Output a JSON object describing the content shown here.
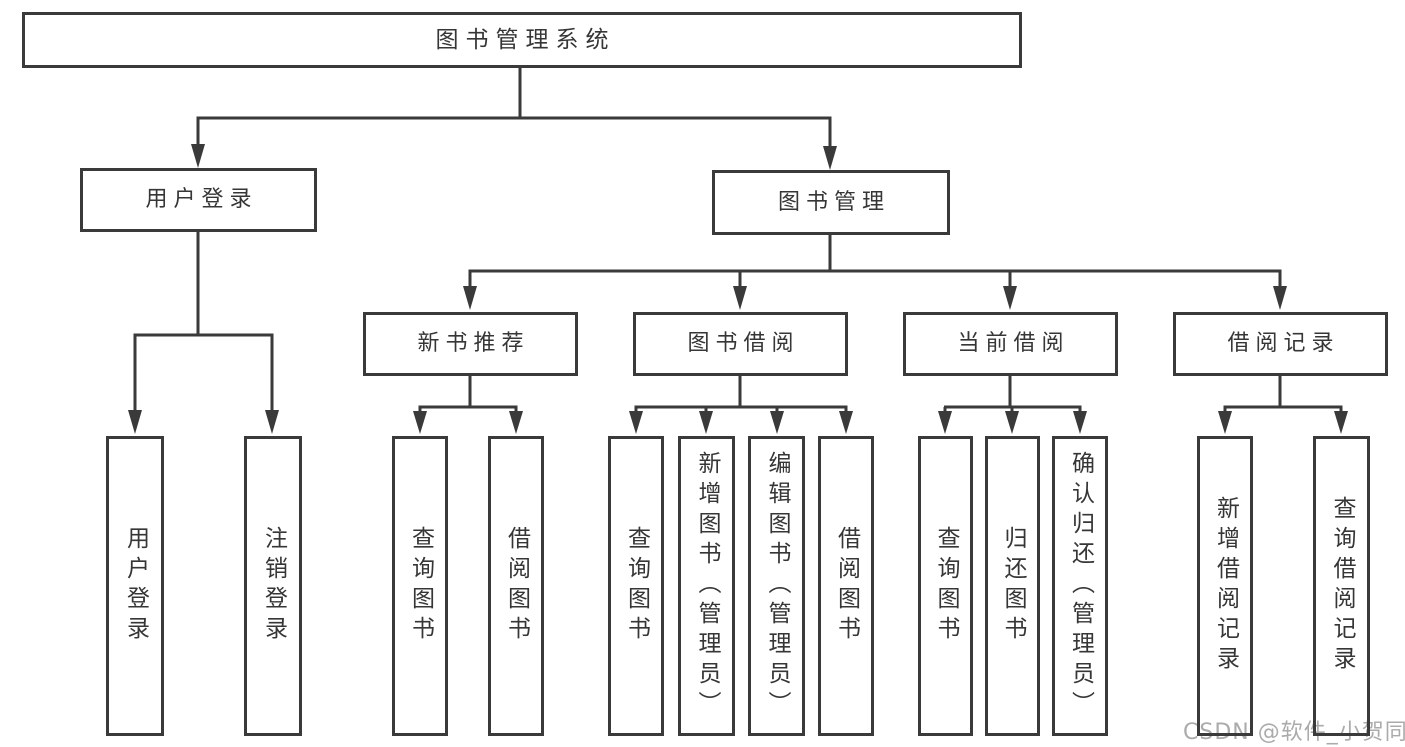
{
  "diagram": {
    "title": "图书管理系统",
    "level2": {
      "user_login": "用户登录",
      "book_management": "图书管理"
    },
    "level3": {
      "new_book_recommend": "新书推荐",
      "book_borrowing": "图书借阅",
      "current_borrowing": "当前借阅",
      "borrowing_records": "借阅记录"
    },
    "leaves": {
      "user_login": [
        "用户登录",
        "注销登录"
      ],
      "new_book_recommend": [
        "查询图书",
        "借阅图书"
      ],
      "book_borrowing": [
        "查询图书",
        "新增图书（管理员）",
        "编辑图书（管理员）",
        "借阅图书"
      ],
      "current_borrowing": [
        "查询图书",
        "归还图书",
        "确认归还（管理员）"
      ],
      "borrowing_records": [
        "新增借阅记录",
        "查询借阅记录"
      ]
    }
  },
  "watermark": {
    "text": "CSDN @软件_小贺同学",
    "color": "#ababab"
  },
  "colors": {
    "line": "#3a3a3a",
    "text": "#363636",
    "background": "#ffffff"
  }
}
